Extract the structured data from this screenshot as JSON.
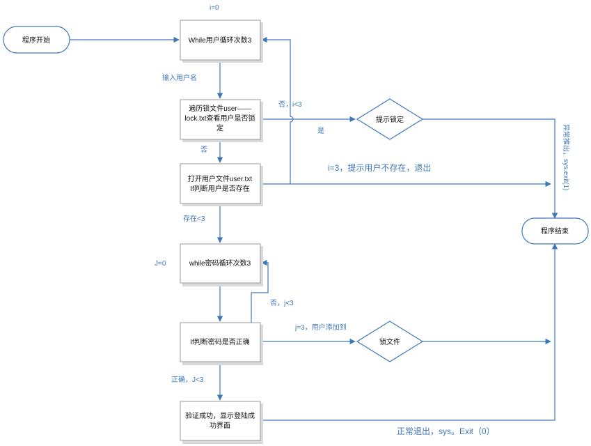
{
  "nodes": {
    "start": "程序开始",
    "loop_user": "While用户循环次数3",
    "check_lock_l1": "遍历锁文件user——",
    "check_lock_l2": "lock.txt查看用户是否锁",
    "check_lock_l3": "定",
    "open_user_l1": "打开用户文件user.txt",
    "open_user_l2": "If判断用户是否存在",
    "loop_pwd": "while密码循环次数3",
    "check_pwd": "If判断密码是否正确",
    "success_l1": "验证成功，显示登陆成",
    "success_l2": "功界面",
    "prompt_locked": "提示锁定",
    "lock_file": "锁文件",
    "end": "程序结束"
  },
  "labels": {
    "i0": "i=0",
    "input_user": "输入用户名",
    "no_i3": "否，i<3",
    "yes": "是",
    "no": "否",
    "i3_not_exist": "i=3，提示用户不存在，退出",
    "exist": "存在<3",
    "j0": "J=0",
    "no_j3": "否，j<3",
    "j3_add": "j=3，用户添加到",
    "correct": "正确，J<3",
    "normal_exit": "正常退出，sys。Exit（0）",
    "abnormal_exit": "异常推出，sys.exit(1)"
  }
}
